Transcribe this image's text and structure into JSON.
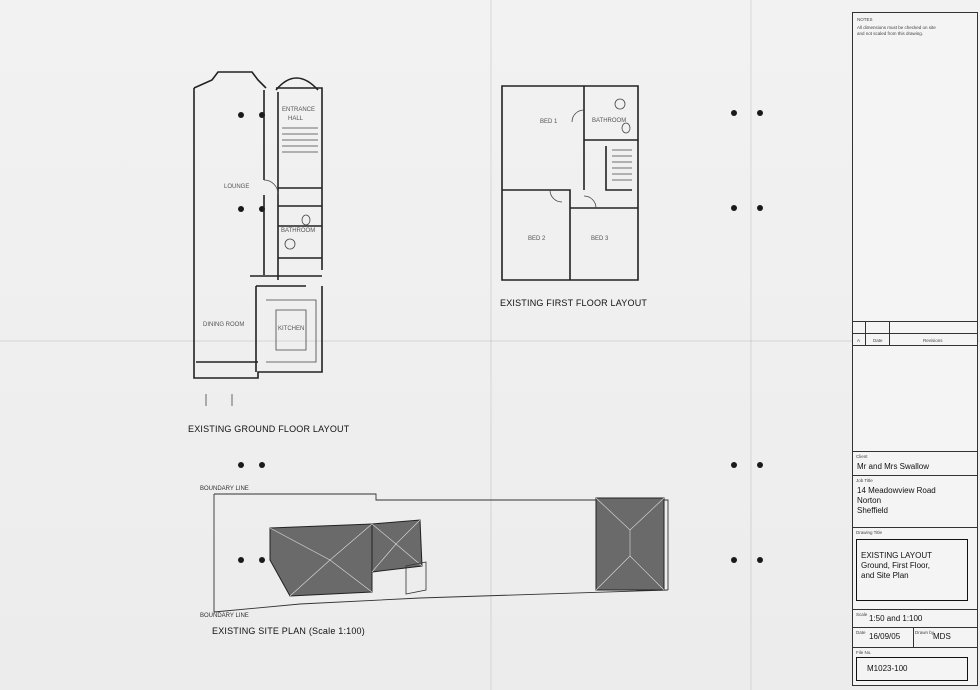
{
  "notes": {
    "heading": "NOTES",
    "text": "All dimensions must be checked on site and not scaled from this drawing."
  },
  "revisions": {
    "col_rev": "A",
    "col_date": "Date",
    "col_revision": "Revisions"
  },
  "client": {
    "label": "Client",
    "name": "Mr and Mrs Swallow"
  },
  "job": {
    "label": "Job Title",
    "line1": "14 Meadowview Road",
    "line2": "Norton",
    "line3": "Sheffield"
  },
  "drawing": {
    "label": "Drawing Title",
    "line1": "EXISTING LAYOUT",
    "line2": "Ground, First Floor,",
    "line3": "and Site Plan"
  },
  "scale": {
    "label": "Scale",
    "value": "1:50 and 1:100"
  },
  "date": {
    "label": "Date",
    "value": "16/09/05",
    "drawn_label": "Drawn by",
    "drawn_value": "MDS"
  },
  "file": {
    "label": "File No.",
    "value": "M1023-100"
  },
  "plans": {
    "ground_title": "EXISTING GROUND FLOOR LAYOUT",
    "first_title": "EXISTING FIRST FLOOR LAYOUT",
    "site_title": "EXISTING SITE PLAN (Scale 1:100)",
    "boundary_label": "BOUNDARY LINE"
  },
  "rooms": {
    "entrance_hall_1": "ENTRANCE",
    "entrance_hall_2": "HALL",
    "lounge": "LOUNGE",
    "bathroom_gf": "BATHROOM",
    "dining_room": "DINING ROOM",
    "kitchen": "KITCHEN",
    "bed1": "BED 1",
    "bathroom_ff": "BATHROOM",
    "bed2": "BED 2",
    "bed3": "BED 3"
  }
}
